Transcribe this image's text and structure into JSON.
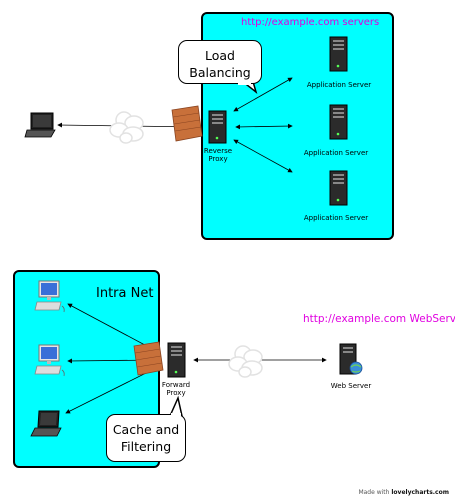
{
  "top_region": {
    "title": "http://example.com servers",
    "callout": [
      "Load",
      "Balancing"
    ],
    "proxy_label": [
      "Reverse",
      "Proxy"
    ],
    "servers": [
      "Application Server",
      "Application Server",
      "Application Server"
    ]
  },
  "bottom_region": {
    "title": "Intra Net",
    "callout": [
      "Cache and",
      "Filtering"
    ],
    "proxy_label": [
      "Forward",
      "Proxy"
    ]
  },
  "webserver_site": "http://example.com WebServer",
  "webserver_label": "Web Server",
  "footer": {
    "prefix": "Made with",
    "brand": "lovelycharts.com"
  },
  "icons": [
    "laptop-icon",
    "cloud-icon",
    "firewall-icon",
    "server-tower-icon",
    "desktop-computer-icon",
    "web-server-icon"
  ],
  "colors": {
    "region_fill": "#00ffff",
    "link_text": "#e000e0",
    "firewall": "#c8703a"
  }
}
